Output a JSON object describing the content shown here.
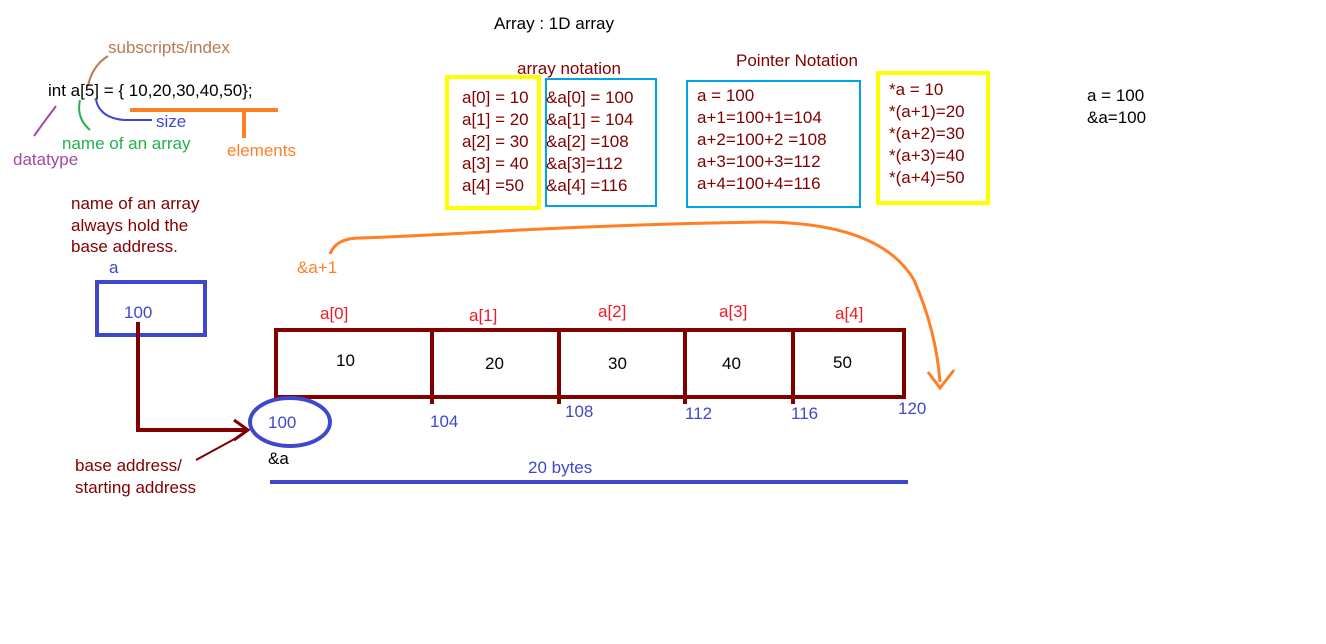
{
  "title": "Array   : 1D array",
  "declaration": "int a[5] = { 10,20,30,40,50};",
  "annotations": {
    "subscripts": "subscripts/index",
    "size": "size",
    "name_of_array": "name of an array",
    "elements": "elements",
    "datatype": "datatype"
  },
  "array_notation": {
    "heading": "array notation",
    "values": [
      "a[0] = 10",
      "a[1] = 20",
      "a[2] = 30",
      "a[3] = 40",
      "a[4] =50"
    ],
    "addresses": [
      "&a[0] = 100",
      "&a[1] = 104",
      "&a[2] =108",
      "&a[3]=112",
      "&a[4] =116"
    ]
  },
  "pointer_notation": {
    "heading": "Pointer Notation",
    "addresses": [
      "a = 100",
      "a+1=100+1=104",
      "a+2=100+2 =108",
      "a+3=100+3=112",
      "a+4=100+4=116"
    ],
    "values": [
      "*a = 10",
      "*(a+1)=20",
      "*(a+2)=30",
      "*(a+3)=40",
      "*(a+4)=50"
    ]
  },
  "summary": [
    "a = 100",
    "&a=100"
  ],
  "base_note": "name of an array\nalways hold the\nbase address.",
  "pointer_var": {
    "name": "a",
    "value": "100"
  },
  "arrow_label": "&a+1",
  "memory": {
    "indices": [
      "a[0]",
      "a[1]",
      "a[2]",
      "a[3]",
      "a[4]"
    ],
    "values": [
      "10",
      "20",
      "30",
      "40",
      "50"
    ],
    "addresses": [
      "100",
      "104",
      "108",
      "112",
      "116",
      "120"
    ]
  },
  "amp_a": "&a",
  "base_address_label": "base address/\nstarting address",
  "bytes_label": "20 bytes",
  "colors": {
    "dark_red": "#800000",
    "blue": "#3f48cc",
    "orange": "#ff7f27",
    "yellow": "#ffff00",
    "cyan": "#00a2e8",
    "green": "#22b14c",
    "purple": "#a349a4",
    "brown": "#b97a57",
    "red": "#ed1c24"
  }
}
